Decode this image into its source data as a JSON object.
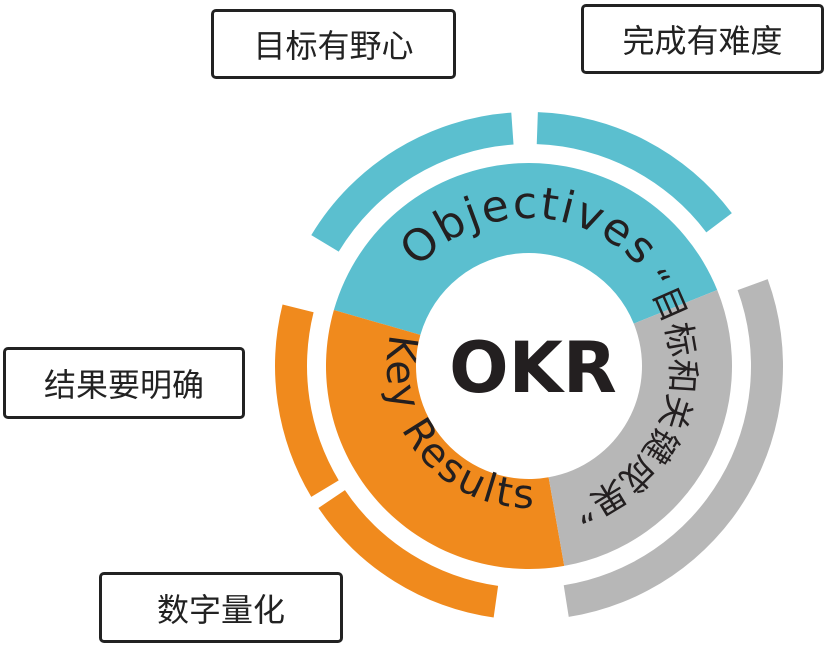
{
  "center": {
    "label": "OKR"
  },
  "segments": {
    "objectives": "Objectives",
    "key_results": "Key Results",
    "quote": "“目标和关键成果”"
  },
  "callouts": {
    "top_left": "目标有野心",
    "top_right": "完成有难度",
    "middle_left": "结果要明确",
    "bottom_left": "数字量化"
  },
  "colors": {
    "teal": "#5bbfcf",
    "orange": "#f08a1d",
    "gray": "#b7b7b7",
    "text_dark": "#231f20",
    "callout_border": "#5bbfcf"
  }
}
